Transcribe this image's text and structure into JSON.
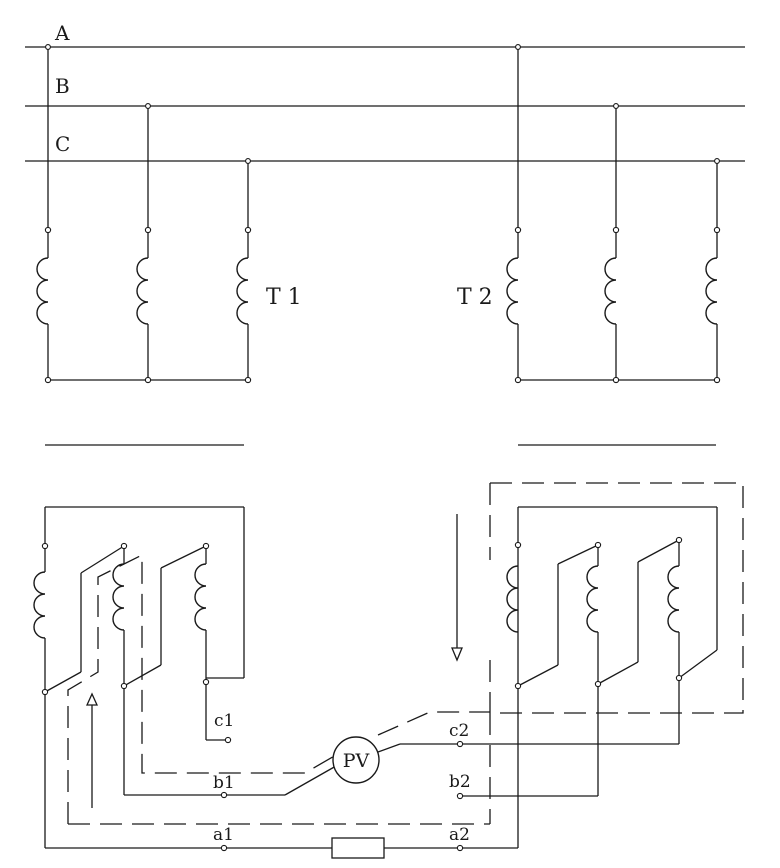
{
  "phases": [
    "A",
    "B",
    "C"
  ],
  "transformers": {
    "t1": "T 1",
    "t2": "T 2"
  },
  "meter": "PV",
  "terminals": {
    "a1": "a1",
    "b1": "b1",
    "c1": "c1",
    "a2": "a2",
    "b2": "b2",
    "c2": "c2"
  }
}
